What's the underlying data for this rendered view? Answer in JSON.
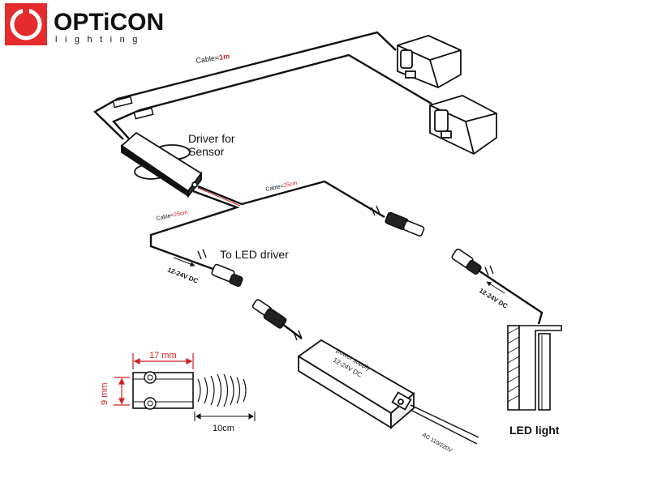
{
  "brand": {
    "name": "OPTiCON",
    "tagline": "lighting",
    "logo_color": "#e52b2b"
  },
  "labels": {
    "driver_for_sensor_line1": "Driver for",
    "driver_for_sensor_line2": "Sensor",
    "to_led_driver": "To LED driver",
    "led_light": "LED light",
    "cable_1m_prefix": "Cable=",
    "cable_1m_value": "1m",
    "cable_25cm_a_prefix": "Cable=",
    "cable_25cm_a_value": "25cm",
    "cable_25cm_b_prefix": "Cable=",
    "cable_25cm_b_value": "25cm",
    "voltage_left": "12-24V DC",
    "voltage_right": "12-24V DC",
    "power_supply_line1": "power supply",
    "power_supply_line2": "12-24V DC",
    "ac_input": "AC 110/220V"
  },
  "dimensions": {
    "width_label": "17 mm",
    "height_label": "9 mm",
    "range_label": "10cm",
    "accent_color": "#d42020"
  }
}
